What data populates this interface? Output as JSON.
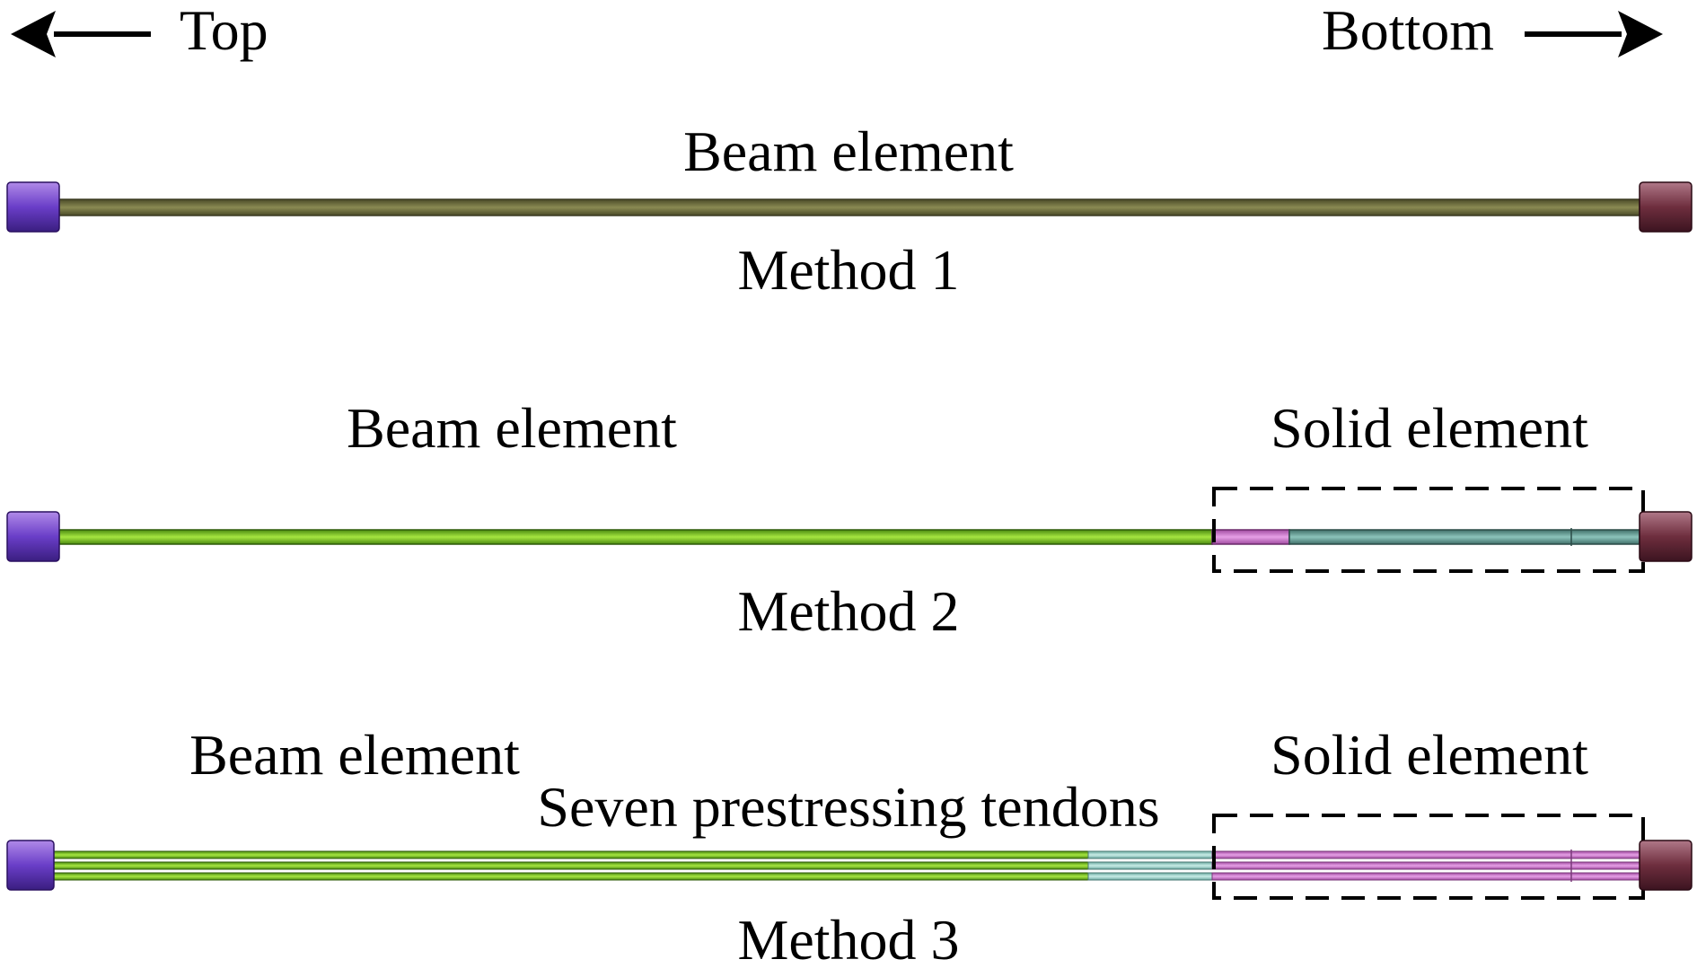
{
  "direction": {
    "top_label": "Top",
    "bottom_label": "Bottom"
  },
  "methods": [
    {
      "name": "Method 1",
      "beam_label": "Beam element"
    },
    {
      "name": "Method 2",
      "beam_label": "Beam element",
      "solid_label": "Solid element"
    },
    {
      "name": "Method 3",
      "beam_label": "Beam element",
      "solid_label": "Solid element",
      "tendon_label": "Seven prestressing tendons"
    }
  ],
  "colors": {
    "top_anchor": "#6a3ec8",
    "bottom_anchor": "#6e2e3e",
    "method1_beam": "#7a7a44",
    "beam_green": "#8fd42a",
    "solid_teal": "#6fa8a0",
    "solid_pink": "#d678d6",
    "tendon_cyan": "#a8d8d0"
  }
}
